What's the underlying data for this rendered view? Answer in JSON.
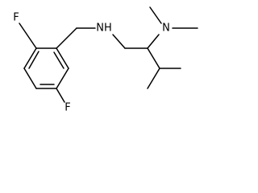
{
  "molecule": {
    "atoms": {
      "f_top": "F",
      "f_bottom": "F",
      "amine_nh": "NH",
      "amine_n": "N"
    }
  },
  "colors": {
    "bond": "#000000",
    "label": "#000000",
    "background": "#ffffff"
  }
}
